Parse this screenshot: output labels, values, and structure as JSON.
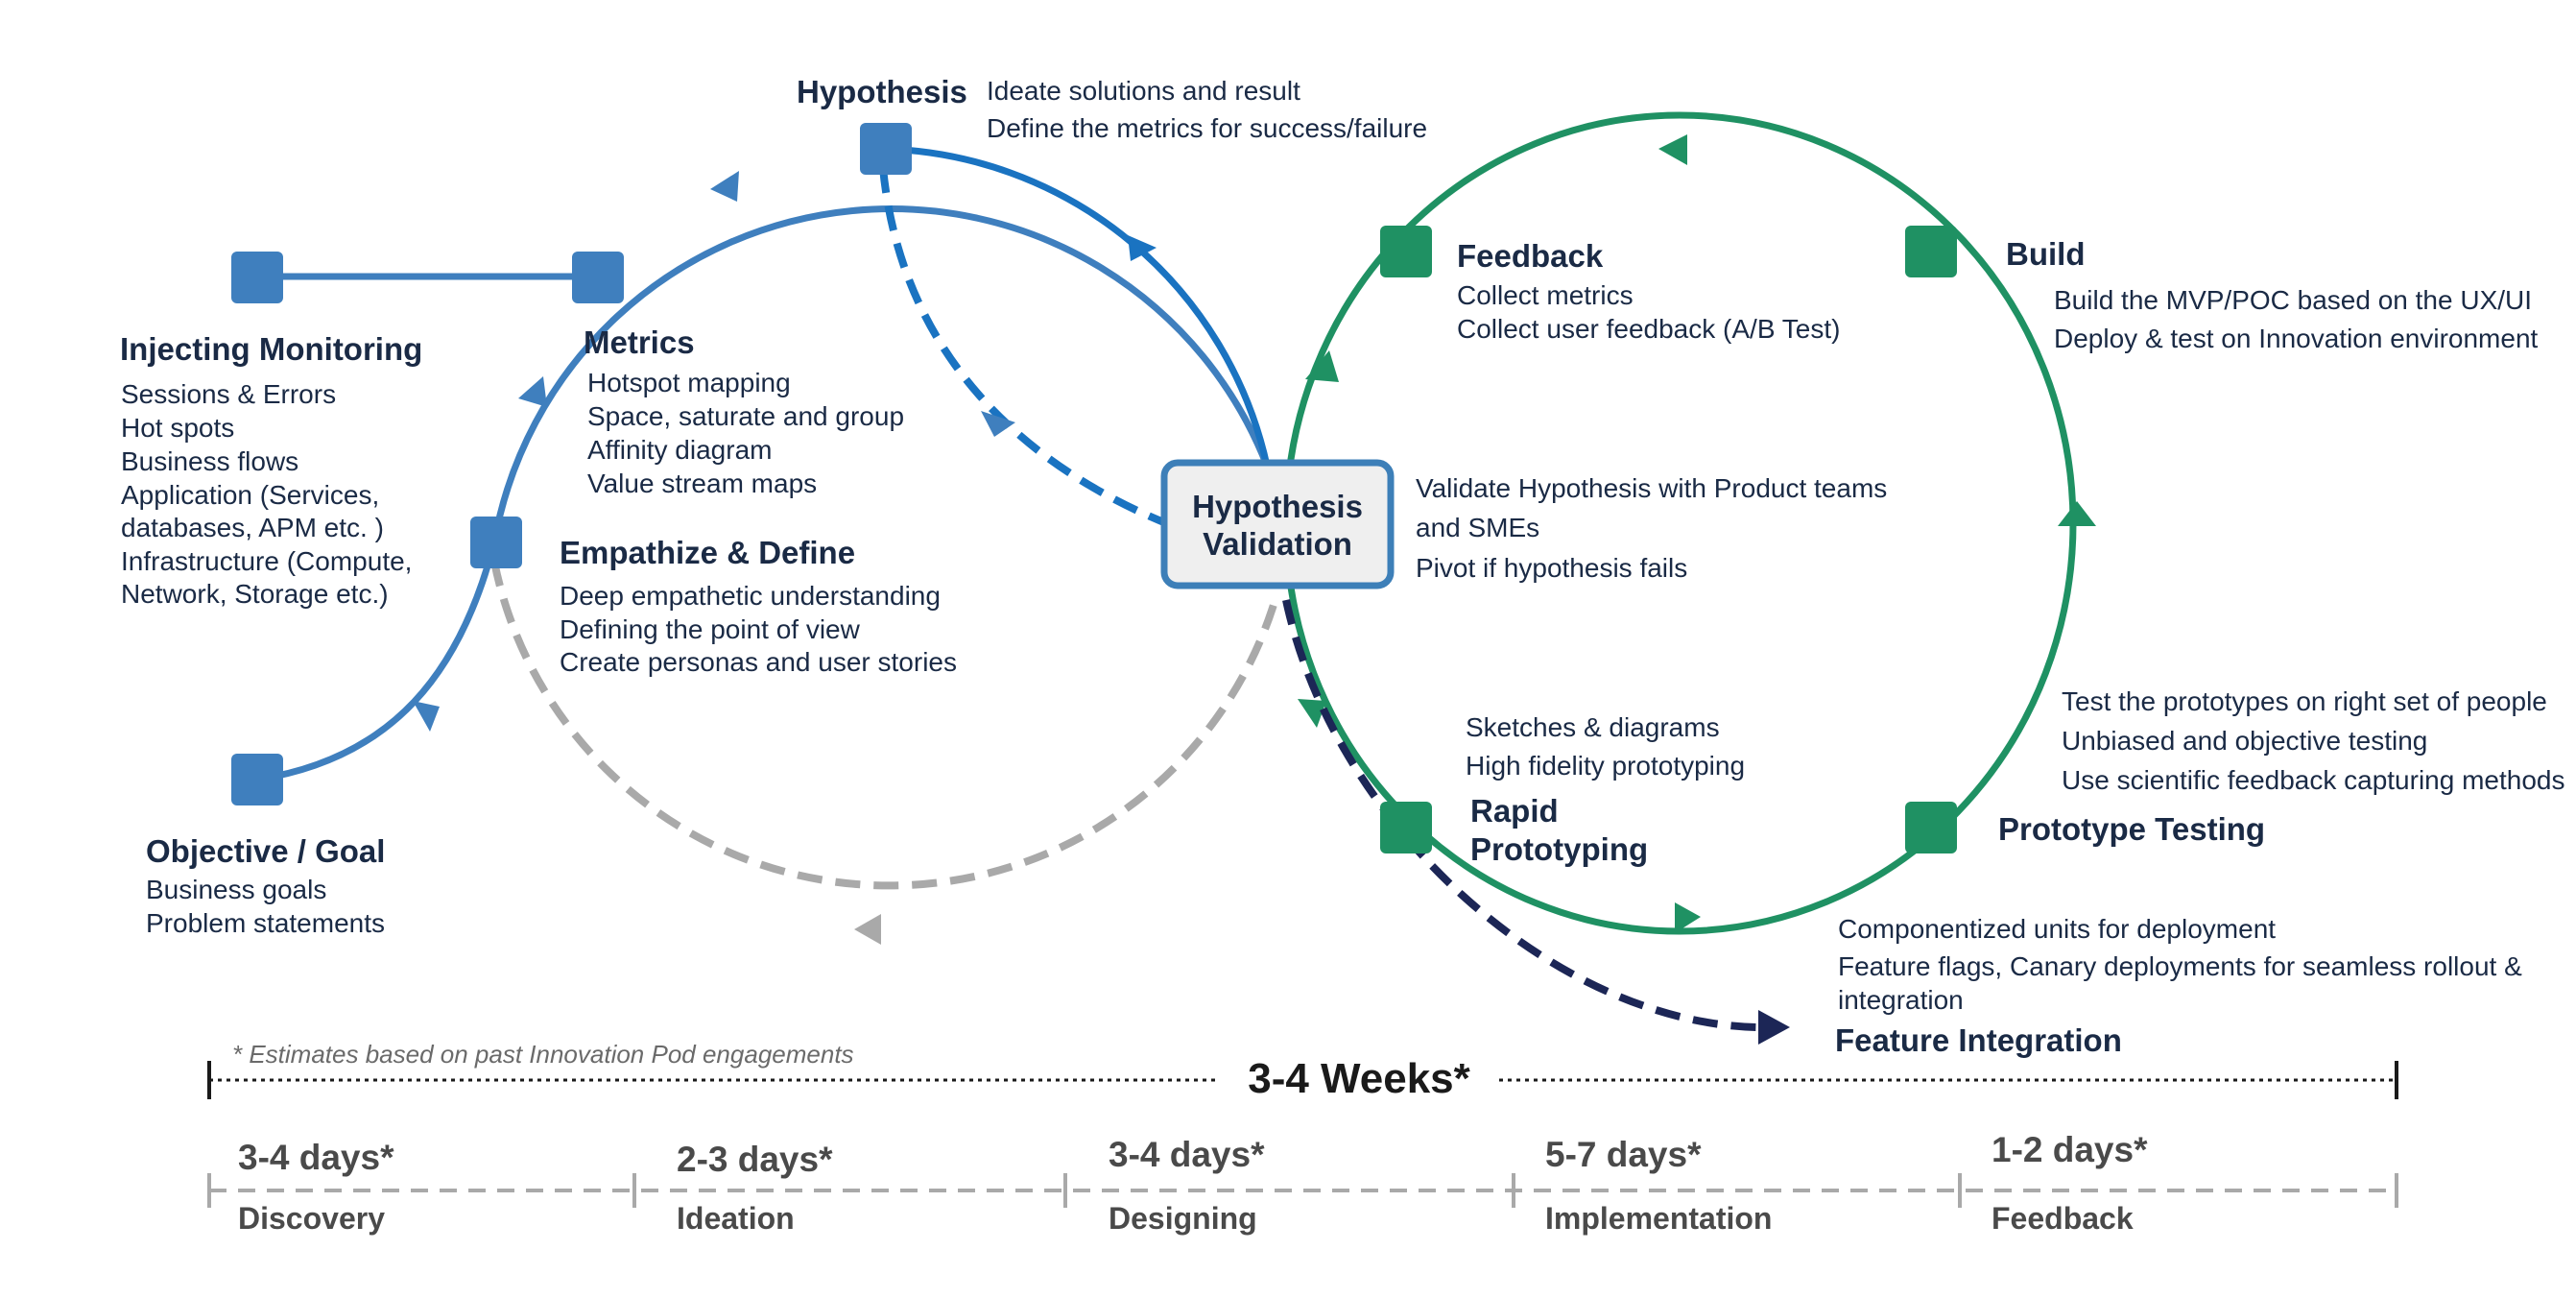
{
  "colors": {
    "left_loop": "#3f7fbe",
    "left_loop_dark": "#1a73c1",
    "right_loop": "#1f9163",
    "gray_dash": "#a9a9a9",
    "navy_dash": "#1c2656",
    "text": "#1a2a45",
    "center_box_border": "#3d7fb8",
    "center_box_fill": "#efefef"
  },
  "nodes": {
    "hypothesis": {
      "title": "Hypothesis",
      "lines": [
        "Ideate solutions and result",
        "Define the metrics for success/failure"
      ]
    },
    "metrics": {
      "title": "Metrics",
      "lines": [
        "Hotspot mapping",
        "Space, saturate and group",
        "Affinity diagram",
        "Value stream maps"
      ]
    },
    "injecting_monitoring": {
      "title": "Injecting Monitoring",
      "lines": [
        "Sessions & Errors",
        "Hot spots",
        "Business flows",
        "Application (Services,",
        "databases, APM etc. )",
        "Infrastructure (Compute,",
        "Network, Storage etc.)"
      ]
    },
    "empathize_define": {
      "title": "Empathize & Define",
      "lines": [
        "Deep empathetic understanding",
        "Defining the point of view",
        "Create personas and user stories"
      ]
    },
    "objective_goal": {
      "title": "Objective / Goal",
      "lines": [
        "Business goals",
        "Problem statements"
      ]
    },
    "hypothesis_validation": {
      "title_lines": [
        "Hypothesis",
        "Validation"
      ],
      "lines": [
        "Validate Hypothesis with Product teams",
        "and SMEs",
        "Pivot if hypothesis fails"
      ]
    },
    "feedback": {
      "title": "Feedback",
      "lines": [
        "Collect metrics",
        "Collect user feedback (A/B Test)"
      ]
    },
    "build": {
      "title": "Build",
      "lines": [
        "Build the MVP/POC based on the UX/UI",
        "Deploy & test on Innovation environment"
      ]
    },
    "rapid_prototyping": {
      "title_lines": [
        "Rapid",
        "Prototyping"
      ],
      "lines": [
        "Sketches & diagrams",
        "High fidelity prototyping"
      ]
    },
    "prototype_testing": {
      "title": "Prototype Testing",
      "lines": [
        "Test the prototypes on right set of people",
        "Unbiased and objective testing",
        "Use scientific feedback capturing methods"
      ]
    },
    "feature_integration": {
      "title": "Feature Integration",
      "lines": [
        "Componentized units for deployment",
        "Feature flags, Canary deployments for seamless rollout &",
        "integration"
      ]
    }
  },
  "timeline": {
    "note": "* Estimates based on past Innovation Pod engagements",
    "total": "3-4 Weeks*",
    "phases": [
      {
        "days": "3-4 days*",
        "name": "Discovery"
      },
      {
        "days": "2-3 days*",
        "name": "Ideation"
      },
      {
        "days": "3-4 days*",
        "name": "Designing"
      },
      {
        "days": "5-7 days*",
        "name": "Implementation"
      },
      {
        "days": "1-2 days*",
        "name": "Feedback"
      }
    ]
  }
}
